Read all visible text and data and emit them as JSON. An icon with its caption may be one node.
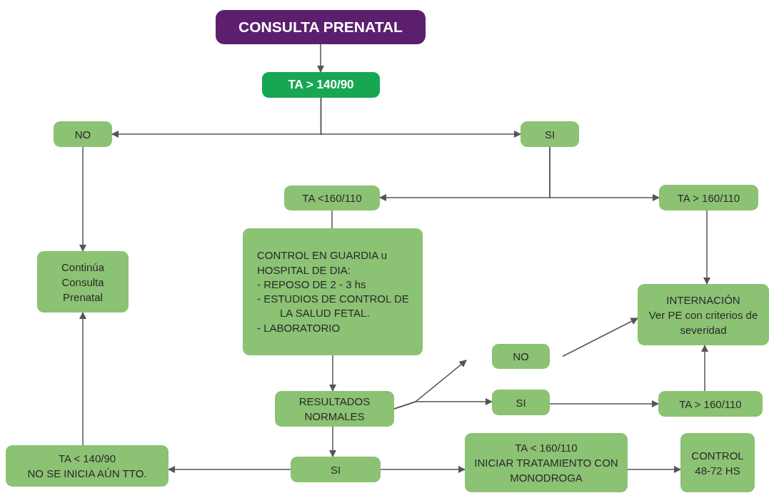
{
  "diagram": {
    "nodes": [
      {
        "text": [
          "CONSULTA PRENATAL"
        ]
      },
      {
        "text": [
          "TA > 140/90"
        ]
      },
      {
        "text": [
          "NO"
        ]
      },
      {
        "text": [
          "SI"
        ]
      },
      {
        "text": [
          "TA <160/110"
        ]
      },
      {
        "text": [
          "TA > 160/110"
        ]
      },
      {
        "text": [
          "CONTROL EN GUARDIA u HOSPITAL DE DIA:",
          "- REPOSO DE 2 - 3 hs",
          "- ESTUDIOS DE CONTROL DE LA SALUD FETAL.",
          "- LABORATORIO"
        ]
      },
      {
        "text": [
          "Continúa Consulta Prenatal"
        ]
      },
      {
        "text": [
          "INTERNACIÓN",
          "Ver PE con criterios de severidad"
        ]
      },
      {
        "text": [
          "NO"
        ]
      },
      {
        "text": [
          "RESULTADOS NORMALES"
        ]
      },
      {
        "text": [
          "SI"
        ]
      },
      {
        "text": [
          "TA > 160/110"
        ]
      },
      {
        "text": [
          "TA < 140/90",
          "NO SE INICIA AÚN TTO."
        ]
      },
      {
        "text": [
          "SI"
        ]
      },
      {
        "text": [
          "TA < 160/110",
          "INICIAR TRATAMIENTO CON MONODROGA"
        ]
      },
      {
        "text": [
          "CONTROL 48-72 HS"
        ]
      }
    ],
    "edges": [
      {
        "from": 0,
        "to": 1,
        "arrow": "to"
      },
      {
        "from": 1,
        "to": 2,
        "arrow": "to"
      },
      {
        "from": 1,
        "to": 3,
        "arrow": "to"
      },
      {
        "from": 3,
        "to": 4,
        "arrow": "to"
      },
      {
        "from": 3,
        "to": 5,
        "arrow": "to"
      },
      {
        "from": 4,
        "to": 6,
        "arrow": "none"
      },
      {
        "from": 2,
        "to": 7,
        "arrow": "to"
      },
      {
        "from": 5,
        "to": 8,
        "arrow": "to"
      },
      {
        "from": 6,
        "to": 10,
        "arrow": "to"
      },
      {
        "from": 10,
        "to": 9,
        "arrow": "to"
      },
      {
        "from": 10,
        "to": 11,
        "arrow": "to"
      },
      {
        "from": 9,
        "to": 8,
        "arrow": "to"
      },
      {
        "from": 11,
        "to": 12,
        "arrow": "to"
      },
      {
        "from": 12,
        "to": 8,
        "arrow": "to"
      },
      {
        "from": 10,
        "to": 14,
        "arrow": "to"
      },
      {
        "from": 14,
        "to": 13,
        "arrow": "to"
      },
      {
        "from": 14,
        "to": 15,
        "arrow": "to"
      },
      {
        "from": 15,
        "to": 16,
        "arrow": "to"
      },
      {
        "from": 13,
        "to": 7,
        "arrow": "to"
      }
    ]
  }
}
